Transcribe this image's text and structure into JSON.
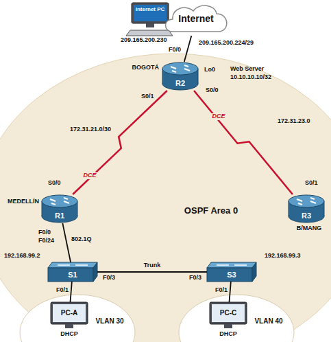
{
  "diagram": {
    "nodes": [
      {
        "text": [
          "Internet PC"
        ]
      },
      {
        "text": [
          "Internet"
        ]
      },
      {
        "text": [
          "OSPF Area 0"
        ]
      },
      {
        "text": [
          "BOGOTÁ",
          "R2"
        ],
        "in": 2
      },
      {
        "text": [
          "MEDELLÍN",
          "R1"
        ],
        "in": 2
      },
      {
        "text": [
          "R3",
          "B/MANG"
        ],
        "in": 2
      },
      {
        "text": [
          "S1"
        ],
        "in": 2
      },
      {
        "text": [
          "S3"
        ],
        "in": 2
      },
      {
        "text": [
          "VLAN 30"
        ],
        "in": 2
      },
      {
        "text": [
          "PC-A",
          "DHCP"
        ],
        "in": 8
      },
      {
        "text": [
          "VLAN 40"
        ],
        "in": 2
      },
      {
        "text": [
          "PC-C",
          "DHCP"
        ],
        "in": 10
      }
    ],
    "edges": [
      {
        "from": 1,
        "to": 3,
        "arrow": "none"
      },
      {
        "from": 3,
        "to": 4,
        "label": "DCE",
        "arrow": "none"
      },
      {
        "from": 3,
        "to": 5,
        "label": "DCE",
        "arrow": "none"
      },
      {
        "from": 4,
        "to": 6,
        "arrow": "none"
      },
      {
        "from": 6,
        "to": 7,
        "label": "Trunk",
        "arrow": "none"
      },
      {
        "from": 6,
        "to": 9,
        "arrow": "none"
      },
      {
        "from": 7,
        "to": 11,
        "arrow": "none"
      }
    ],
    "labels": [
      "209.165.200.230",
      "F0/0",
      "209.165.200.224/29",
      "Lo0",
      "Web Server",
      "10.10.10.10/32",
      "S0/1",
      "172.31.21.0/30",
      "S0/0",
      "172.31.23.0",
      "S0/1",
      "S0/0",
      "F0/0",
      "F0/24",
      "802.1Q",
      "192.168.99.2",
      "F0/3",
      "F0/3",
      "192.168.99.3",
      "F0/1",
      "F0/1"
    ]
  }
}
